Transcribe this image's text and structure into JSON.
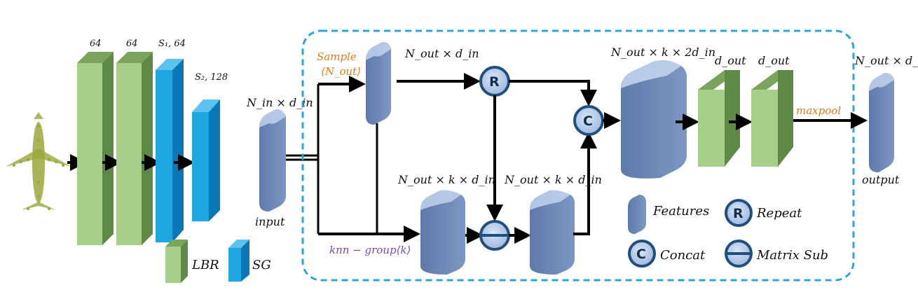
{
  "left_block": {
    "layer_labels": [
      "64",
      "64",
      "S₁, 64",
      "S₂, 128"
    ],
    "legend": {
      "lbr": "LBR",
      "sg": "SG"
    }
  },
  "module": {
    "input_dim": "N_in × d_in",
    "input_label": "input",
    "sample_label": "Sample",
    "sample_sub": "⟨N_out⟩",
    "sampled_dim": "N_out × d_in",
    "group_dim": "N_out × k × d_in",
    "sub_dim": "N_out × k × d_in",
    "knn_label": "knn − group⟨k⟩",
    "concat_dim": "N_out × k × 2d_in",
    "dout_1": "d_out",
    "dout_2": "d_out",
    "maxpool_label": "maxpool",
    "output_dim": "N_out × d_out",
    "output_label": "output",
    "repeat_letter": "R",
    "concat_letter": "C"
  },
  "legend": {
    "features": "Features",
    "repeat": "Repeat",
    "concat": "Concat",
    "matrix_sub": "Matrix Sub",
    "repeat_letter": "R",
    "concat_letter": "C"
  },
  "colors": {
    "green_front": "#a7cf8a",
    "green_side": "#5f8a45",
    "cyan_front": "#1ea7e1",
    "cyan_side": "#0a78b8",
    "feature_front": "#a9c1e6",
    "feature_side": "#6d87b6",
    "dashed_border": "#2aa6dc",
    "orange": "#e07a1f",
    "purple": "#7a4aa6",
    "airplane": "#9aa83a"
  }
}
